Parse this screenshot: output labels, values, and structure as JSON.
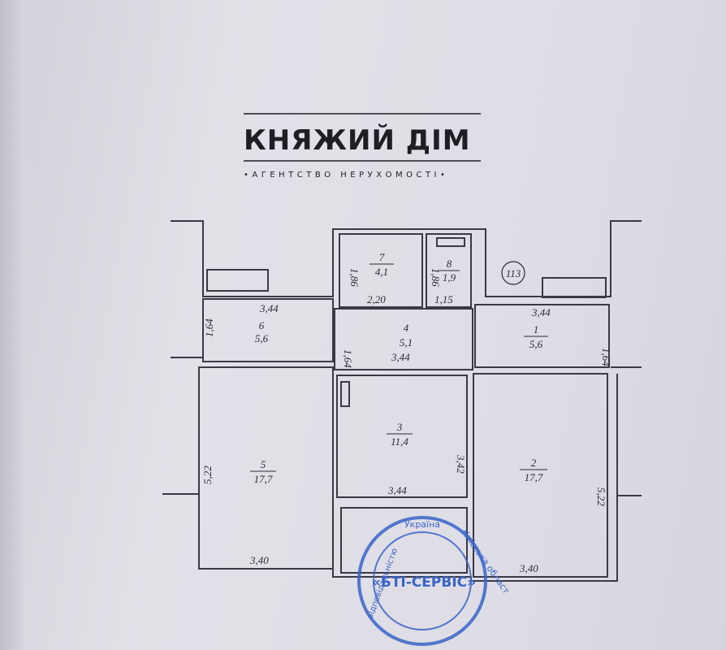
{
  "rooms": [
    {
      "number": "1",
      "area": "5,6"
    },
    {
      "number": "2",
      "area": "17,7"
    },
    {
      "number": "3",
      "area": "11,4"
    },
    {
      "number": "4",
      "area": "5,1"
    },
    {
      "number": "5",
      "area": "17,7"
    },
    {
      "number": "6",
      "area": "5,6"
    },
    {
      "number": "7",
      "area": "4,1"
    },
    {
      "number": "8",
      "area": "1,9"
    }
  ],
  "dimensions": {
    "r6_top": "3,44",
    "r6_left": "1,64",
    "r7_left": "1,86",
    "r7_bottom": "2,20",
    "r8_left": "1,86",
    "r8_bottom": "1,15",
    "r4_left": "1,64",
    "r4_bottom": "3,44",
    "r1_top": "3,44",
    "r1_right": "1,64",
    "r5_left": "5,22",
    "r5_bottom": "3,40",
    "r3_right": "3,42",
    "r3_bottom": "3,44",
    "r2_right": "5,22",
    "r2_bottom": "3,40"
  },
  "apartment_number": "113",
  "watermark": {
    "title": "КНЯЖИЙ ДІМ",
    "subtitle": "•АГЕНТСТВО НЕРУХОМОСТІ•"
  },
  "stamp": {
    "name": "«БТІ-СЕРВІС»",
    "top": "Україна",
    "right": "Київська област",
    "left": "відповідальністю"
  },
  "colors": {
    "stamp": "#3a64c8",
    "lines": "#3a3a44"
  }
}
